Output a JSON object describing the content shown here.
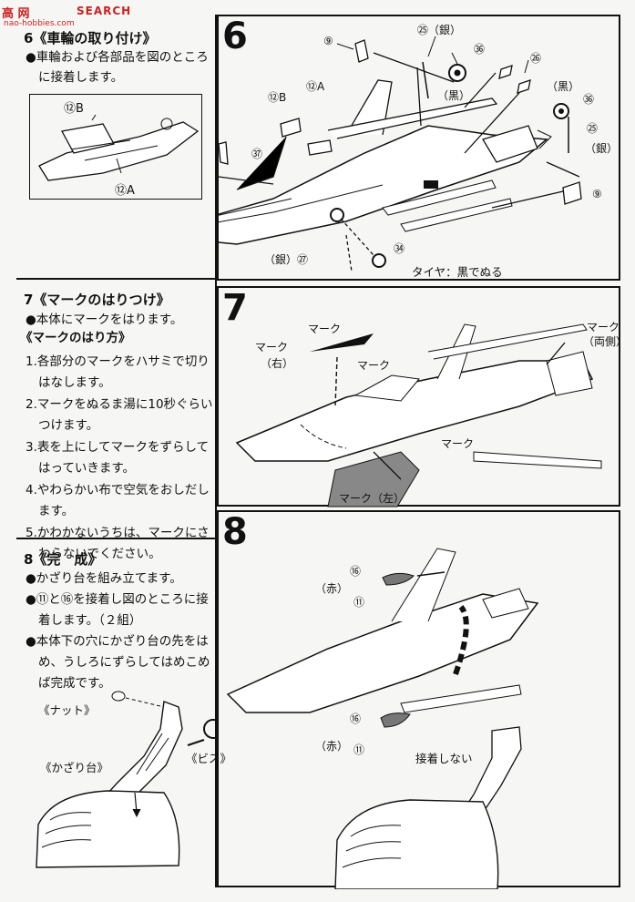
{
  "watermark": {
    "logo_text": "高 网",
    "brand": "SEARCH",
    "url": "nao-hobbies.com"
  },
  "step6_text": {
    "title": "6《車輪の取り付け》",
    "bullet": "●車輪および各部品を図のところ",
    "bullet_cont": "に接着します。",
    "inset_labels": [
      "⑫B",
      "⑫A"
    ]
  },
  "step7_text": {
    "title": "7《マークのはりつけ》",
    "bullet": "●本体にマークをはります。",
    "subtitle": "《マークのはり方》",
    "steps": [
      "1.各部分のマークをハサミで切り",
      "はなします。",
      "2.マークをぬるま湯に10秒ぐらい",
      "つけます。",
      "3.表を上にしてマークをずらして",
      "はっていきます。",
      "4.やわらかい布で空気をおしだし",
      "ます。",
      "5.かわかないうちは、マークにさ",
      "わらないでください。"
    ]
  },
  "step8_text": {
    "title": "8《完　成》",
    "bullets": [
      "●かざり台を組み立てます。",
      "●⑪と⑯を接着し図のところに接",
      "着します。（２組）",
      "●本体下の穴にかざり台の先をは",
      "め、うしろにずらしてはめこめ",
      "ば完成です。"
    ],
    "parts": {
      "nut": "《ナット》",
      "stand": "《かざり台》",
      "screw": "《ビス》"
    }
  },
  "panel6": {
    "number": "6",
    "labels": [
      "⑨",
      "㉕（銀）",
      "㊱",
      "㉖",
      "（黒）",
      "（黒）",
      "㊱",
      "㉕",
      "（銀）",
      "⑨",
      "⑫B",
      "⑫A",
      "㊲",
      "（銀）㉗",
      "㉞"
    ],
    "note": "タイヤ：黒でぬる"
  },
  "panel7": {
    "number": "7",
    "labels": [
      "マーク",
      "マーク",
      "（右）",
      "マーク",
      "マーク",
      "（両側）",
      "マーク",
      "マーク（左）"
    ]
  },
  "panel8": {
    "number": "8",
    "labels": [
      "⑯",
      "（赤）",
      "⑪",
      "⑯",
      "（赤）",
      "⑪",
      "接着しない"
    ]
  }
}
